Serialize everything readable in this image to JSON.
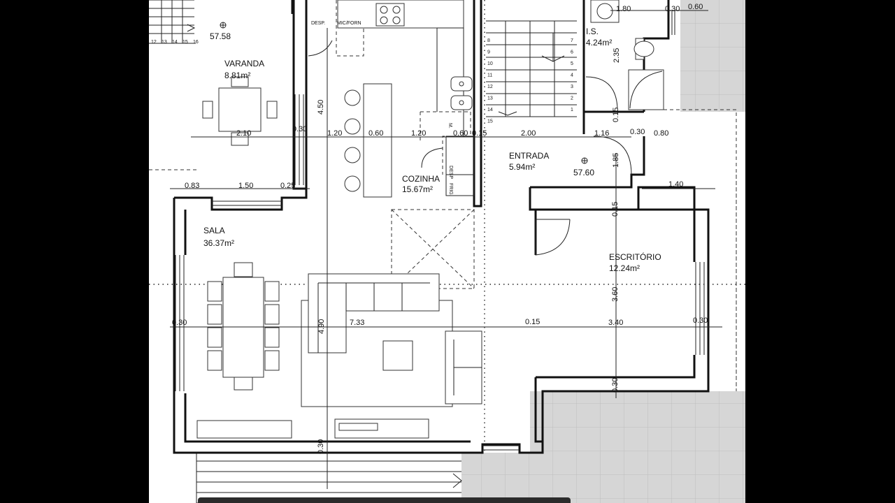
{
  "rooms": {
    "varanda": {
      "name": "VARANDA",
      "area": "8.81m²"
    },
    "cozinha": {
      "name": "COZINHA",
      "area": "15.67m²"
    },
    "sala": {
      "name": "SALA",
      "area": "36.37m²"
    },
    "entrada": {
      "name": "ENTRADA",
      "area": "5.94m²"
    },
    "is": {
      "name": "I.S.",
      "area": "4.24m²"
    },
    "escritorio": {
      "name": "ESCRITÓRIO",
      "area": "12.24m²"
    }
  },
  "levels": {
    "top": "57.58",
    "entrada": "57.60"
  },
  "appliances": {
    "desp": "DESP.",
    "micforn": "MIC/FORN",
    "desp2": "DESP",
    "frig": "FRIG.",
    "m": "M."
  },
  "stairs": {
    "top_steps": [
      "12",
      "13",
      "14",
      "15",
      "16"
    ],
    "left_steps": [
      "8",
      "9",
      "10",
      "11",
      "12",
      "13",
      "14",
      "15"
    ],
    "right_steps": [
      "7",
      "6",
      "5",
      "4",
      "3",
      "2",
      "1"
    ]
  },
  "dims": {
    "d1_80": "1.80",
    "d0_30a": "0.30",
    "d0_60a": "0.60",
    "d2_35": "2.35",
    "d4_50": "4.50",
    "d2_10": "2.10",
    "d0_30b": "0.30",
    "d1_20a": "1.20",
    "d0_60b": "0.60",
    "d1_20b": "1.20",
    "d0_60c": "0.60",
    "d0_15a": "0.15",
    "d2_00": "2.00",
    "d1_16": "1.16",
    "d0_30c": "0.30",
    "d0_80": "0.80",
    "d0_15b": "0.15",
    "d1_85": "1.85",
    "d0_83": "0.83",
    "d1_50": "1.50",
    "d0_25": "0.25",
    "d1_40": "1.40",
    "d0_15c": "0.15",
    "d0_30d": "0.30",
    "d4_90": "4.90",
    "d7_33": "7.33",
    "d0_15d": "0.15",
    "d3_40": "3.40",
    "d0_30e": "0.30",
    "d3_60": "3.60",
    "d0_30f": "0.30",
    "d0_30g": "0.30"
  },
  "colors": {
    "background": "#000000",
    "paper": "#ffffff",
    "line": "#111111",
    "tile": "#d6d6d6",
    "tile_line": "#bdbdbd"
  }
}
